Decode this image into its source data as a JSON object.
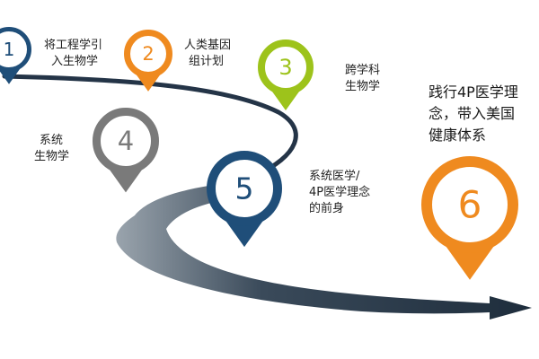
{
  "steps": [
    {
      "number": "1",
      "label_lines": [
        "将工程学引",
        "入生物学"
      ],
      "color": "#1f4e79"
    },
    {
      "number": "2",
      "label_lines": [
        "人类基因",
        "组计划"
      ],
      "color": "#ef8a1f"
    },
    {
      "number": "3",
      "label_lines": [
        "跨学科",
        "生物学"
      ],
      "color": "#9dc31b"
    },
    {
      "number": "4",
      "label_lines": [
        "系统",
        "生物学"
      ],
      "color": "#7a7a7a"
    },
    {
      "number": "5",
      "label_lines": [
        "系统医学/",
        "4P医学理念",
        "的前身"
      ],
      "color": "#1f4e79"
    },
    {
      "number": "6",
      "label_lines": [
        "践行4P医学理",
        "念，带入美国",
        "健康体系"
      ],
      "color": "#ef8a1f"
    }
  ],
  "path_color": "#243447"
}
